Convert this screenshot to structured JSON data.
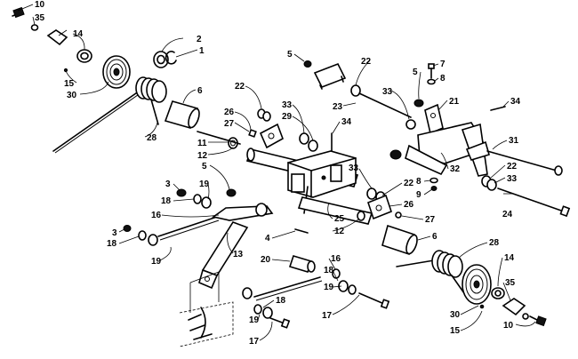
{
  "callouts": [
    {
      "id": "c1",
      "text": "10"
    },
    {
      "id": "c2",
      "text": "35"
    },
    {
      "id": "c3",
      "text": "14"
    },
    {
      "id": "c4",
      "text": "15"
    },
    {
      "id": "c5",
      "text": "30"
    },
    {
      "id": "c6",
      "text": "2"
    },
    {
      "id": "c7",
      "text": "1"
    },
    {
      "id": "c8",
      "text": "6"
    },
    {
      "id": "c9",
      "text": "28"
    },
    {
      "id": "c10",
      "text": "11"
    },
    {
      "id": "c11",
      "text": "12"
    },
    {
      "id": "c12",
      "text": "5"
    },
    {
      "id": "c13",
      "text": "22"
    },
    {
      "id": "c14",
      "text": "26"
    },
    {
      "id": "c15",
      "text": "27"
    },
    {
      "id": "c16",
      "text": "33"
    },
    {
      "id": "c17",
      "text": "29"
    },
    {
      "id": "c18",
      "text": "34"
    },
    {
      "id": "c19",
      "text": "5"
    },
    {
      "id": "c20",
      "text": "22"
    },
    {
      "id": "c21",
      "text": "5"
    },
    {
      "id": "c22",
      "text": "7"
    },
    {
      "id": "c23",
      "text": "8"
    },
    {
      "id": "c24",
      "text": "23"
    },
    {
      "id": "c25",
      "text": "33"
    },
    {
      "id": "c26",
      "text": "21"
    },
    {
      "id": "c27",
      "text": "34"
    },
    {
      "id": "c28",
      "text": "31"
    },
    {
      "id": "c29",
      "text": "3"
    },
    {
      "id": "c30",
      "text": "18"
    },
    {
      "id": "c31",
      "text": "19"
    },
    {
      "id": "c32",
      "text": "16"
    },
    {
      "id": "c33",
      "text": "3"
    },
    {
      "id": "c34",
      "text": "18"
    },
    {
      "id": "c35",
      "text": "19"
    },
    {
      "id": "c36",
      "text": "13"
    },
    {
      "id": "c37",
      "text": "4"
    },
    {
      "id": "c38",
      "text": "20"
    },
    {
      "id": "c39",
      "text": "25"
    },
    {
      "id": "c40",
      "text": "12"
    },
    {
      "id": "c41",
      "text": "33"
    },
    {
      "id": "c42",
      "text": "22"
    },
    {
      "id": "c43",
      "text": "26"
    },
    {
      "id": "c44",
      "text": "27"
    },
    {
      "id": "c45",
      "text": "32"
    },
    {
      "id": "c46",
      "text": "8"
    },
    {
      "id": "c47",
      "text": "9"
    },
    {
      "id": "c48",
      "text": "22"
    },
    {
      "id": "c49",
      "text": "33"
    },
    {
      "id": "c50",
      "text": "24"
    },
    {
      "id": "c51",
      "text": "6"
    },
    {
      "id": "c52",
      "text": "28"
    },
    {
      "id": "c53",
      "text": "14"
    },
    {
      "id": "c54",
      "text": "35"
    },
    {
      "id": "c55",
      "text": "16"
    },
    {
      "id": "c56",
      "text": "18"
    },
    {
      "id": "c57",
      "text": "19"
    },
    {
      "id": "c58",
      "text": "19"
    },
    {
      "id": "c59",
      "text": "18"
    },
    {
      "id": "c60",
      "text": "17"
    },
    {
      "id": "c61",
      "text": "17"
    },
    {
      "id": "c62",
      "text": "30"
    },
    {
      "id": "c63",
      "text": "15"
    },
    {
      "id": "c64",
      "text": "10"
    }
  ]
}
